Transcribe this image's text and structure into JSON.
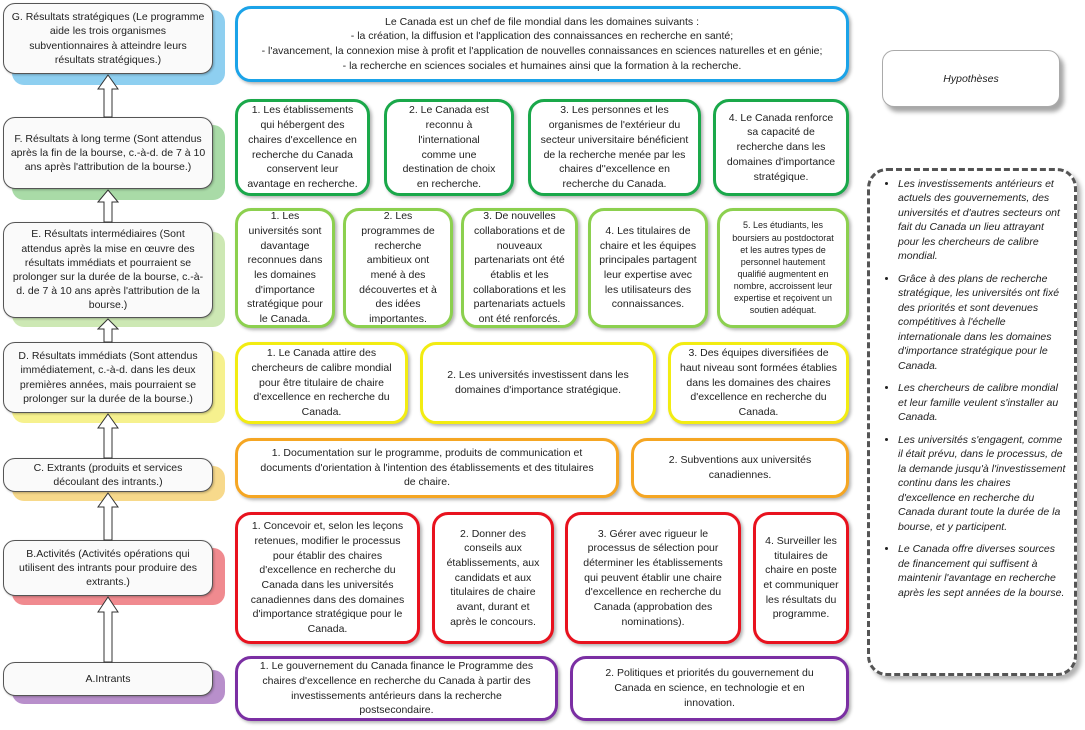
{
  "colors": {
    "blue": "#1ba3e8",
    "green_dark": "#1aa84a",
    "green_light": "#8cd04f",
    "yellow": "#f2ec12",
    "orange": "#f5a623",
    "red": "#e8121e",
    "purple": "#7b2fa3"
  },
  "levels": {
    "g": "G. Résultats stratégiques (Le programme aide les trois organismes subventionnaires à atteindre leurs résultats stratégiques.)",
    "f": "F. Résultats à long terme (Sont attendus après la fin de la bourse, c.-à-d. de 7 à 10  ans après l'attribution de la bourse.)",
    "e": "E. Résultats intermédiaires (Sont attendus après la mise en œuvre des résultats immédiats et pourraient se prolonger sur la durée de la bourse, c.-à-d. de 7 à 10  ans après l'attribution de la bourse.)",
    "d": "D. Résultats immédiats (Sont attendus immédiatement, c.-à-d. dans les deux premières années, mais pourraient se prolonger sur la durée de la bourse.)",
    "c": "C. Extrants (produits et services découlant des intrants.)",
    "b": "B.Activités (Activités opérations qui utilisent des intrants pour produire des extrants.)",
    "a": "A.Intrants"
  },
  "strategic": {
    "line1": "Le Canada est un chef de file mondial dans les domaines suivants :",
    "line2": "- la création, la diffusion et l'application des connaissances en recherche en santé;",
    "line3": "- l'avancement, la connexion mise à profit et l'application de nouvelles connaissances en sciences naturelles et en génie;",
    "line4": "- la recherche en sciences sociales et humaines ainsi que la formation à la recherche."
  },
  "longterm": [
    "1. Les établissements qui hébergent des chaires d'excellence en recherche du Canada conservent leur avantage en recherche.",
    "2. Le Canada est reconnu à l'international comme une destination de choix en recherche.",
    "3. Les personnes et les organismes de l'extérieur du secteur universitaire bénéficient de la recherche menée par les chaires d''excellence en recherche du Canada.",
    "4. Le Canada renforce sa capacité de recherche dans les domaines d'importance stratégique."
  ],
  "intermediate": [
    "1. Les universités sont davantage reconnues dans les domaines d'importance stratégique pour le Canada.",
    "2. Les programmes de recherche ambitieux ont mené à des découvertes et à des idées importantes.",
    "3. De nouvelles collaborations et de nouveaux partenariats ont été établis et les collaborations et les partenariats actuels ont été renforcés.",
    "4. Les titulaires de chaire et les équipes principales partagent leur expertise avec les utilisateurs des connaissances.",
    "5. Les étudiants, les boursiers au postdoctorat et les autres types de personnel hautement qualifié augmentent en nombre, accroissent leur expertise et reçoivent un soutien adéquat."
  ],
  "immediate": [
    "1. Le Canada attire des chercheurs de calibre mondial pour être titulaire de chaire d'excellence en recherche du Canada.",
    "2. Les universités investissent dans les domaines d'importance stratégique.",
    "3. Des équipes diversifiées de haut niveau sont formées établies dans les domaines des chaires d'excellence en recherche du Canada."
  ],
  "outputs": [
    "1. Documentation sur le programme, produits de communication et documents d'orientation à l'intention des établissements et des titulaires de chaire.",
    "2. Subventions aux universités canadiennes."
  ],
  "activities": [
    "1. Concevoir et, selon les leçons retenues, modifier le processus pour établir des chaires d'excellence en recherche du Canada dans les universités canadiennes dans des domaines d'importance stratégique pour le Canada.",
    "2. Donner des conseils aux établissements, aux candidats et aux titulaires de chaire avant, durant et après le concours.",
    "3. Gérer avec rigueur le processus de sélection pour déterminer les établissements qui peuvent établir une chaire d'excellence en recherche du Canada (approbation des nominations).",
    "4. Surveiller les titulaires de chaire en poste et communiquer les résultats du programme."
  ],
  "inputs": [
    "1. Le gouvernement du Canada finance le Programme des chaires d'excellence en recherche du Canada à partir des investissements antérieurs dans la recherche postsecondaire.",
    "2. Politiques et priorités du gouvernement du Canada en science, en technologie et en innovation."
  ],
  "hypotheses_title": "Hypothèses",
  "assumptions": [
    "Les investissements antérieurs et actuels des gouvernements, des universités et d'autres secteurs ont fait du Canada un lieu attrayant pour les chercheurs de calibre mondial.",
    "Grâce à des plans de recherche stratégique, les universités ont fixé des priorités et sont devenues compétitives à l'échelle internationale dans les domaines d'importance stratégique pour le Canada.",
    "Les chercheurs de calibre mondial et leur famille veulent s'installer au Canada.",
    "Les universités s'engagent, comme il était prévu, dans le processus, de la demande jusqu'à l'investissement continu dans les chaires d'excellence en recherche du Canada durant toute la durée de la bourse, et y participent.",
    "Le Canada offre diverses sources de financement qui suffisent à maintenir l'avantage en recherche après les sept années de la bourse."
  ]
}
